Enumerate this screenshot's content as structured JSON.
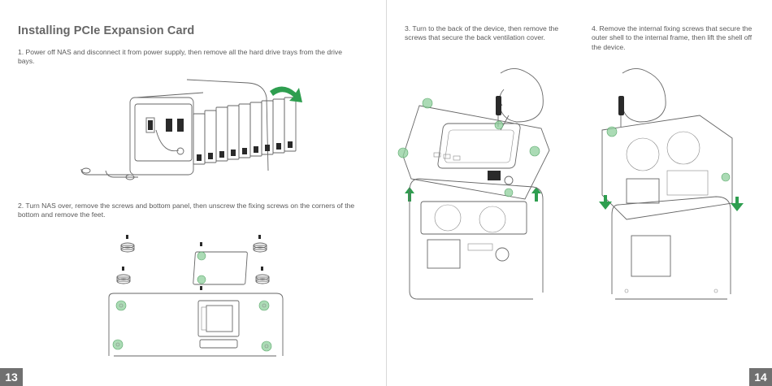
{
  "left_page": {
    "title": "Installing PCIe Expansion Card",
    "steps": [
      {
        "text": "1. Power off NAS and disconnect it from power supply, then remove all the hard drive trays from the drive bays."
      },
      {
        "text": "2. Turn NAS over, remove the screws and bottom panel, then unscrew the fixing screws on the corners of the bottom and remove the feet."
      }
    ],
    "page_number": "13"
  },
  "right_page": {
    "steps": [
      {
        "text": "3. Turn to the back of the device, then remove the screws that secure the back ventilation cover."
      },
      {
        "text": "4. Remove the internal fixing screws that secure the outer shell to the internal frame, then lift the shell off the device."
      }
    ],
    "page_number": "14"
  },
  "colors": {
    "accent_green": "#2e9e4f",
    "highlight_green": "#8fcf9c",
    "page_tab": "#707070"
  }
}
